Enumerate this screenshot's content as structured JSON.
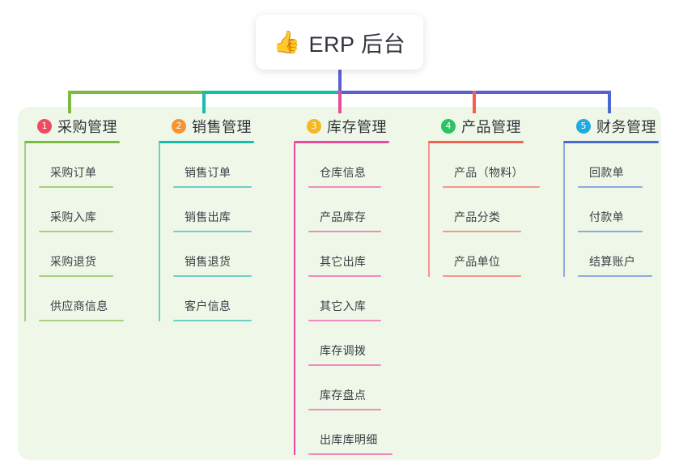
{
  "diagram": {
    "type": "mind-map",
    "background_color": "#ffffff",
    "panel_color": "#eff8e8",
    "root": {
      "icon": "thumbs-up-icon",
      "emoji": "👍",
      "label": "ERP 后台",
      "stem_color": "#5b5fd0"
    },
    "bus": {
      "segments": [
        {
          "color": "#7cbb42"
        },
        {
          "color": "#14bdae"
        },
        {
          "color": "#5b5fd0"
        }
      ]
    },
    "branches": [
      {
        "number": "1",
        "title": "采购管理",
        "badge_color": "#ef4b60",
        "line_color": "#7cbb42",
        "leaf_line_color": "#a9cf7e",
        "drop_color": "#7cbb42",
        "items": [
          {
            "label": "采购订单"
          },
          {
            "label": "采购入库"
          },
          {
            "label": "采购退货"
          },
          {
            "label": "供应商信息"
          }
        ]
      },
      {
        "number": "2",
        "title": "销售管理",
        "badge_color": "#f79331",
        "line_color": "#14bdae",
        "leaf_line_color": "#6fcfc6",
        "drop_color": "#14bdae",
        "items": [
          {
            "label": "销售订单"
          },
          {
            "label": "销售出库"
          },
          {
            "label": "销售退货"
          },
          {
            "label": "客户信息"
          }
        ]
      },
      {
        "number": "3",
        "title": "库存管理",
        "badge_color": "#f5b722",
        "line_color": "#e84a9e",
        "leaf_line_color": "#ef8bbd",
        "drop_color": "#e84a9e",
        "items": [
          {
            "label": "仓库信息"
          },
          {
            "label": "产品库存"
          },
          {
            "label": "其它出库"
          },
          {
            "label": "其它入库"
          },
          {
            "label": "库存调拨"
          },
          {
            "label": "库存盘点"
          },
          {
            "label": "出库库明细"
          }
        ]
      },
      {
        "number": "4",
        "title": "产品管理",
        "badge_color": "#29c464",
        "line_color": "#f4604f",
        "leaf_line_color": "#f4968c",
        "drop_color": "#f4604f",
        "items": [
          {
            "label": "产品（物料）"
          },
          {
            "label": "产品分类"
          },
          {
            "label": "产品单位"
          }
        ]
      },
      {
        "number": "5",
        "title": "财务管理",
        "badge_color": "#22aadd",
        "line_color": "#4a68d0",
        "leaf_line_color": "#90a8e0",
        "drop_color": "#4a68d0",
        "items": [
          {
            "label": "回款单"
          },
          {
            "label": "付款单"
          },
          {
            "label": "结算账户"
          }
        ]
      }
    ]
  }
}
